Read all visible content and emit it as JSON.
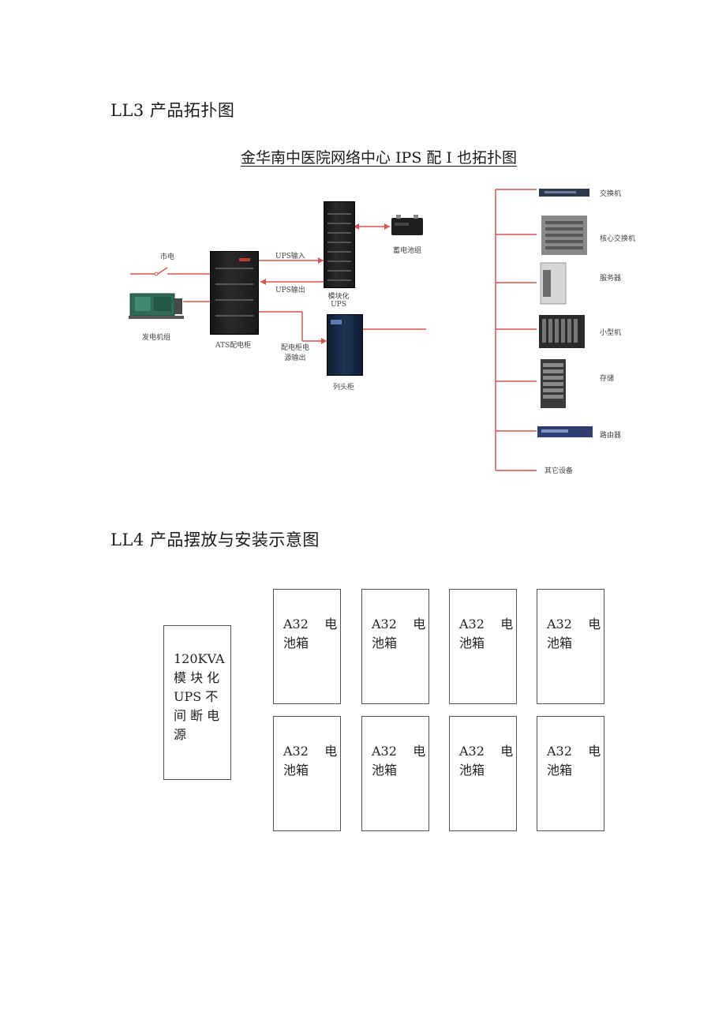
{
  "sections": {
    "topology_heading": "LL3 产品拓扑图",
    "placement_heading": "LL4 产品摆放与安装示意图"
  },
  "topology": {
    "title": "金华南中医院网络中心 IPS 配 I 也拓扑图",
    "labels": {
      "mains": "市电",
      "generator": "发电机组",
      "ats": "ATS配电柜",
      "ups_input": "UPS输入",
      "ups_output": "UPS输出",
      "modular_ups_line1": "模块化",
      "modular_ups_line2": "UPS",
      "battery": "蓄电池组",
      "dist_line1": "配电柜电",
      "dist_line2": "源输出",
      "column_head": "列头柜"
    },
    "devices": [
      {
        "label": "交换机",
        "icon": "switch-icon"
      },
      {
        "label": "核心交换机",
        "icon": "core-switch-icon"
      },
      {
        "label": "服务器",
        "icon": "server-icon"
      },
      {
        "label": "小型机",
        "icon": "minicomputer-icon"
      },
      {
        "label": "存储",
        "icon": "storage-icon"
      },
      {
        "label": "路由器",
        "icon": "router-icon"
      },
      {
        "label": "其它设备",
        "icon": "other-device-icon"
      }
    ]
  },
  "placement": {
    "ups_box": {
      "lines": [
        "120KVA",
        "模 块 化",
        "UPS  不",
        "间 断 电",
        "源"
      ]
    },
    "battery_boxes": [
      {
        "line1": "A32    电",
        "line2": "池箱"
      },
      {
        "line1": "A32    电",
        "line2": "池箱"
      },
      {
        "line1": "A32    电",
        "line2": "池箱"
      },
      {
        "line1": "A32    电",
        "line2": "池箱"
      },
      {
        "line1": "A32    电",
        "line2": "池箱"
      },
      {
        "line1": "A32    电",
        "line2": "池箱"
      },
      {
        "line1": "A32    电",
        "line2": "池箱"
      },
      {
        "line1": "A32    电",
        "line2": "池箱"
      }
    ]
  }
}
